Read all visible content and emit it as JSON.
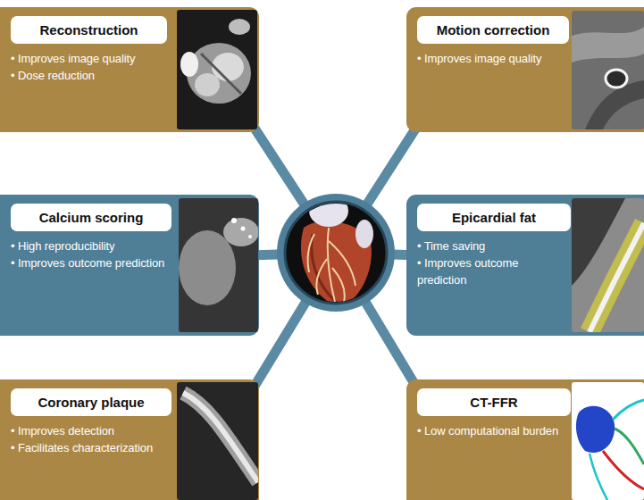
{
  "diagram": {
    "nodes": [
      {
        "text": [
          "Reconstruction",
          "• Improves image quality",
          "• Dose reduction"
        ]
      },
      {
        "text": [
          "Motion correction",
          "• Improves image quality"
        ]
      },
      {
        "text": [
          "Calcium scoring",
          "• High reproducibility",
          "• Improves outcome prediction"
        ]
      },
      {
        "text": [
          "Epicardial fat",
          "• Time saving",
          "• Improves outcome prediction"
        ]
      },
      {
        "text": [
          "Coronary plaque",
          "• Improves detection",
          "• Facilitates characterization"
        ]
      },
      {
        "text": [
          "CT-FFR",
          "• Low computational burden"
        ]
      }
    ]
  }
}
